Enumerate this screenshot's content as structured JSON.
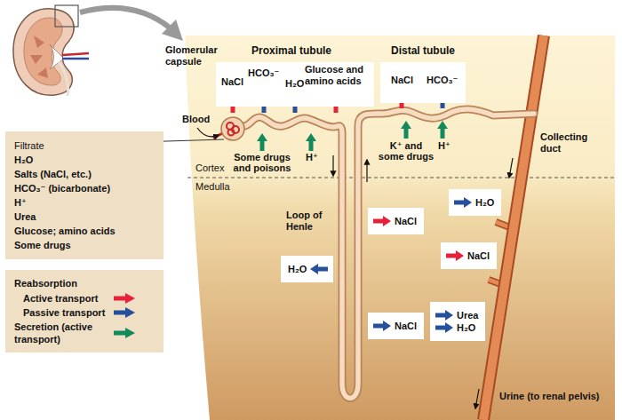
{
  "diagram": {
    "nodes": [
      {
        "text": [
          "Filtrate",
          "H₂O",
          "Salts (NaCl, etc.)",
          "HCO₃⁻ (bicarbonate)",
          "H⁺",
          "Urea",
          "Glucose; amino acids",
          "Some drugs"
        ]
      },
      {
        "text": [
          "NaCl",
          "HCO₃⁻",
          "H₂O",
          "Glucose and amino acids"
        ]
      },
      {
        "text": [
          "NaCl",
          "HCO₃⁻"
        ]
      },
      {
        "text": [
          "NaCl"
        ]
      },
      {
        "text": [
          "H₂O"
        ]
      },
      {
        "text": [
          "NaCl"
        ]
      },
      {
        "text": [
          "H₂O"
        ]
      },
      {
        "text": [
          "NaCl"
        ]
      },
      {
        "text": [
          "Urea",
          "H₂O"
        ]
      }
    ],
    "labels": [
      "Glomerular capsule",
      "Blood",
      "Proximal tubule",
      "Distal tubule",
      "Some drugs and poisons",
      "H⁺",
      "K⁺ and some drugs",
      "H⁺",
      "Collecting duct",
      "Cortex",
      "Medulla",
      "Loop of Henle",
      "Urine (to renal pelvis)",
      "Reabsorption"
    ],
    "legend": [
      {
        "text": "Active transport",
        "color": "#e8213a"
      },
      {
        "text": "Passive transport",
        "color": "#27509b"
      },
      {
        "text": "Secretion (active transport)",
        "color": "#138a5e"
      }
    ]
  }
}
